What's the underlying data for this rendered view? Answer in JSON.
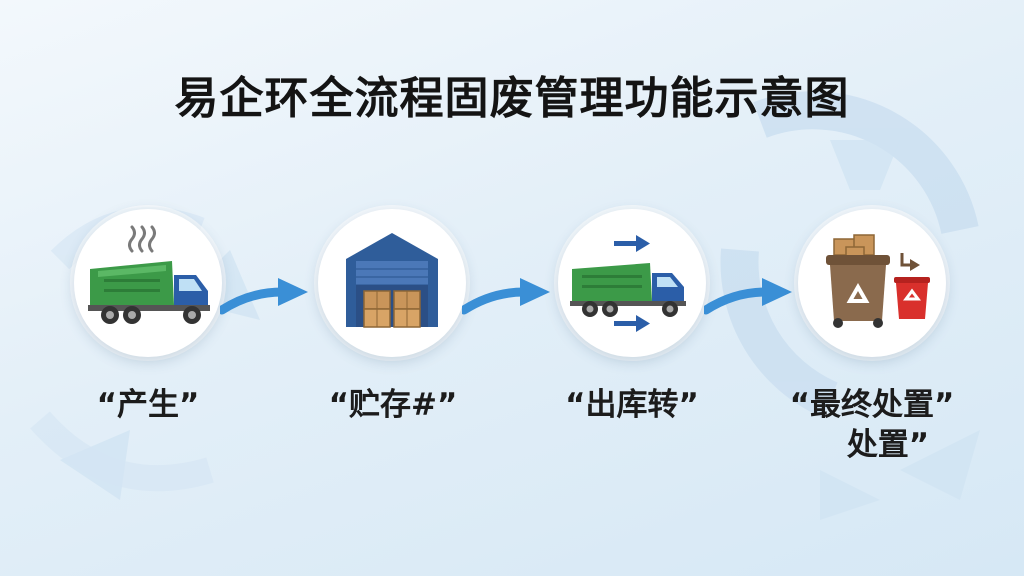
{
  "title": "易企环全流程固废管理功能示意图",
  "steps": [
    {
      "label": "“产生”",
      "icon": "garbage-truck-icon"
    },
    {
      "label": "“贮存#”",
      "icon": "warehouse-icon"
    },
    {
      "label": "“出库转”",
      "icon": "transport-truck-icon"
    },
    {
      "label": "“最终处置”",
      "label2": "处置”",
      "icon": "recycle-bin-icon"
    }
  ],
  "colors": {
    "truck_green": "#3c9a48",
    "truck_blue": "#2b5ea8",
    "arrow_blue": "#3a8fd6",
    "bin_brown": "#8a6a4d",
    "bin_red": "#d9302c"
  }
}
